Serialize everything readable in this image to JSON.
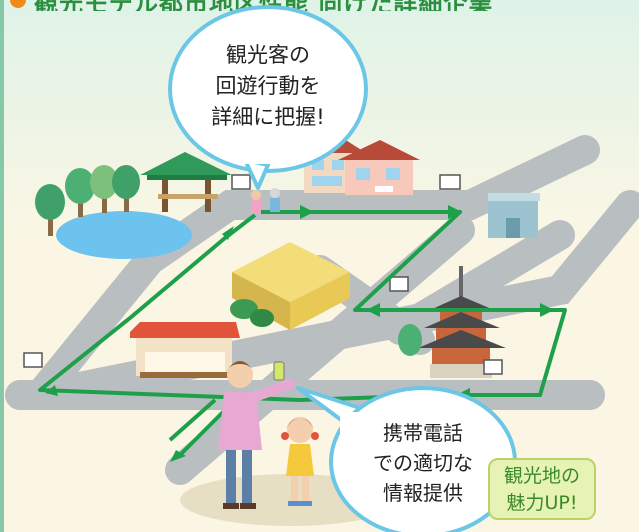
{
  "title": "観光モデル都市地区性能 向けた詳細企業",
  "bubble_top": {
    "lines": [
      "観光客の",
      "回遊行動を",
      "詳細に把握!"
    ]
  },
  "bubble_bottom": {
    "lines": [
      "携帯電話",
      "での適切な",
      "情報提供"
    ]
  },
  "badge": {
    "lines": [
      "観光地の",
      "魅力UP!"
    ]
  },
  "colors": {
    "route": "#1ea04b",
    "road": "#b9bec1",
    "badge_text": "#3b8a2a",
    "title_text": "#2a8f3e",
    "bubble_border": "#6cc6e6"
  },
  "icons": [
    "pond",
    "gazebo",
    "houses",
    "warehouse",
    "pagoda",
    "shop-stall",
    "signboards",
    "mobile-phone"
  ]
}
